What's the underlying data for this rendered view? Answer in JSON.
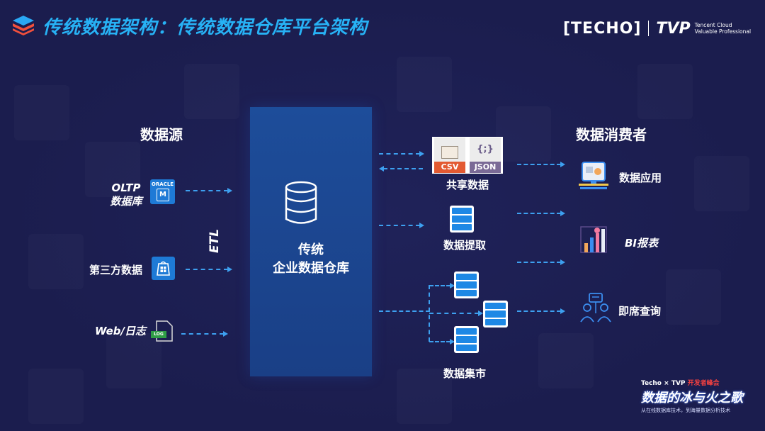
{
  "header": {
    "title": "传统数据架构：传统数据仓库平台架构",
    "brand_techo": "[TECHO]",
    "brand_tvp": "TVP",
    "brand_tvp_sub1": "Tencent Cloud",
    "brand_tvp_sub2": "Valuable Professional"
  },
  "sources": {
    "title": "数据源",
    "oltp_line1": "OLTP",
    "oltp_line2": "数据库",
    "oracle_text": "ORACLE",
    "oracle_m": "M",
    "third_party": "第三方数据",
    "web_log": "Web/日志",
    "log_badge": "LOG",
    "etl": "ETL"
  },
  "warehouse": {
    "line1": "传统",
    "line2": "企业数据仓库"
  },
  "outputs": {
    "share": "共享数据",
    "csv": "CSV",
    "json": "JSON",
    "json_glyph": "{;}",
    "extract": "数据提取",
    "mart": "数据集市"
  },
  "consumers": {
    "title": "数据消费者",
    "app": "数据应用",
    "bi": "BI报表",
    "adhoc": "即席查询"
  },
  "event": {
    "top_techo": "Techo",
    "top_x": "×",
    "top_tvp": "TVP",
    "top_hl": "开发者峰会",
    "title": "数据的冰与火之歌",
    "sub": "从在线数据库技术，到海量数据分析技术"
  },
  "colors": {
    "background": "#1b1d4e",
    "title_blue": "#27b2f5",
    "arrow_blue": "#3da0f0",
    "warehouse_blue": "#1d4d9a"
  }
}
